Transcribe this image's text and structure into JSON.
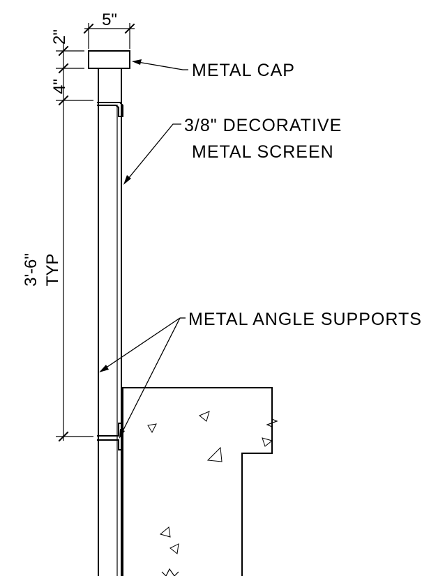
{
  "labels": {
    "cap": "METAL CAP",
    "screen_line1": "3/8\" DECORATIVE",
    "screen_line2": "METAL SCREEN",
    "supports": "METAL ANGLE SUPPORTS"
  },
  "dimensions": {
    "width": "5\"",
    "cap_height": "2\"",
    "gap": "4\"",
    "height_value": "3'-6\"",
    "height_note": "TYP"
  }
}
